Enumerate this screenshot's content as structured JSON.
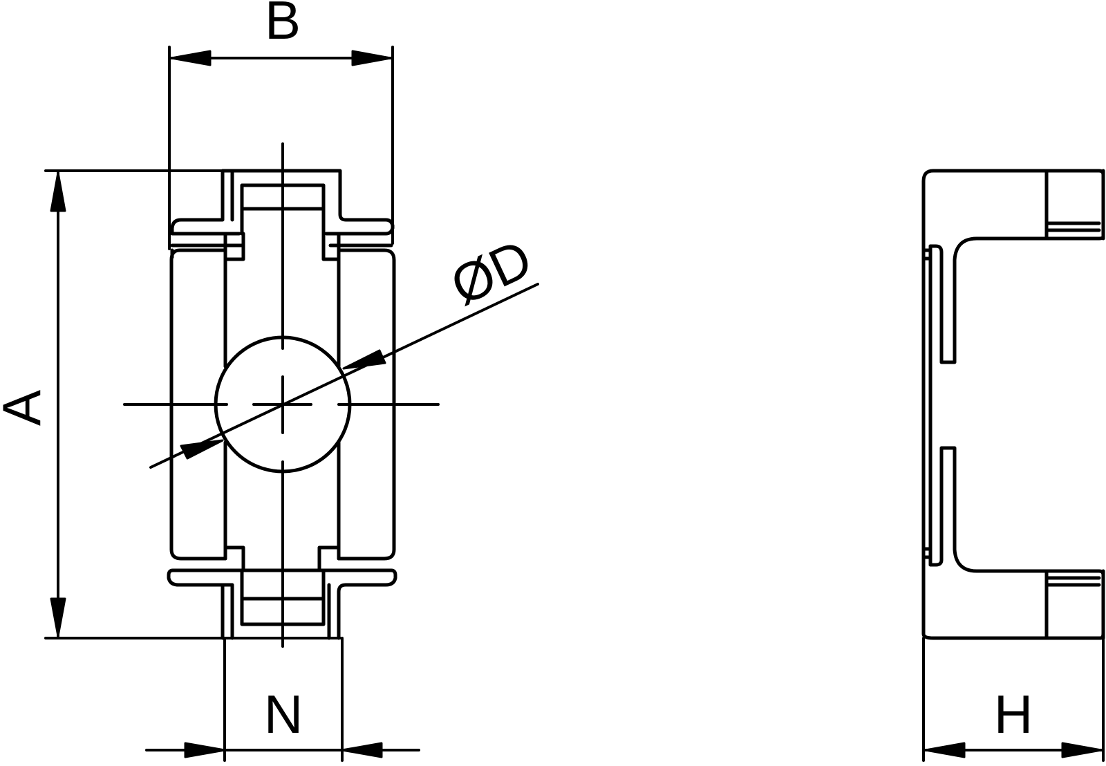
{
  "diagram": {
    "dimensions": {
      "width_label": "B",
      "height_label": "A",
      "diameter_label": "ØD",
      "slot_label": "N",
      "depth_label": "H"
    }
  }
}
